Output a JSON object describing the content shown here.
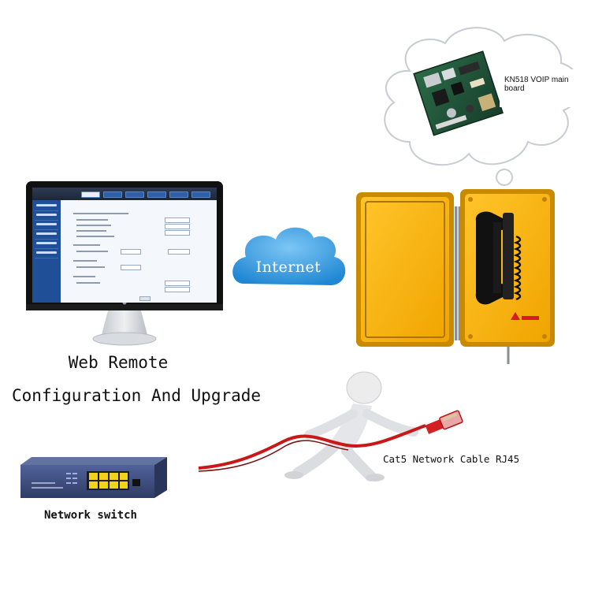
{
  "labels": {
    "web_remote": "Web Remote",
    "configuration": "Configuration And Upgrade",
    "internet": "Internet",
    "main_board": "KN518 VOIP main board",
    "network_switch": "Network switch",
    "cable": "Cat5 Network Cable RJ45"
  },
  "colors": {
    "phone_yellow": "#f4b400",
    "phone_frame": "#c98a00",
    "cloud_blue": "#3aa0e4",
    "cable_red": "#c81818",
    "switch_body": "#3b4a78",
    "monitor_bezel": "#101010",
    "monitor_stand": "#d4d8de"
  },
  "icons": {
    "monitor": "desktop-monitor-icon",
    "cloud": "cloud-icon",
    "thought": "thought-bubble-icon",
    "phone": "emergency-phone-icon",
    "figure": "stick-figure-icon",
    "cable": "network-cable-icon",
    "switch": "network-switch-icon"
  }
}
